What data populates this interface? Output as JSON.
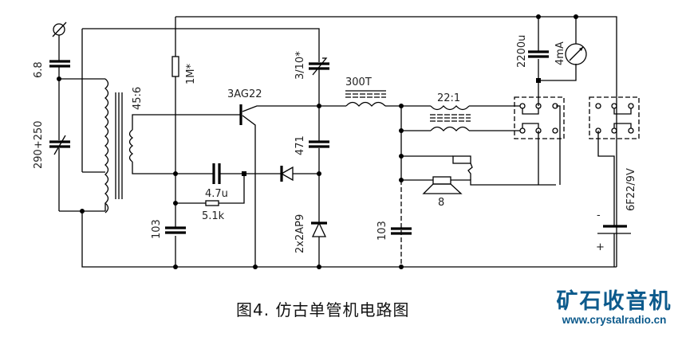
{
  "figure": {
    "caption": "图4. 仿古单管机电路图",
    "logo_title": "矿石收音机",
    "logo_url": "www.crystalradio.cn",
    "brand_color": "#0c5a8c"
  },
  "components": {
    "antenna_cap": "6.8",
    "tuning_cap": "290+250",
    "antenna_coil_ratio": "45:6",
    "bias_resistor": "1M*",
    "transistor": "3AG22",
    "feedback_cap": "3/10*",
    "choke": "300T",
    "collector_cap": "471",
    "coupling_cap": "4.7u",
    "resistor_51k": "5.1k",
    "base_bypass_cap": "103",
    "detector_diodes": "2x2AP9",
    "output_bypass_cap": "103",
    "output_transformer": "22:1",
    "speaker": "8",
    "filter_cap": "2200u",
    "meter": "4mA",
    "battery": "6F22/9V",
    "battery_minus": "-",
    "battery_plus": "+"
  }
}
